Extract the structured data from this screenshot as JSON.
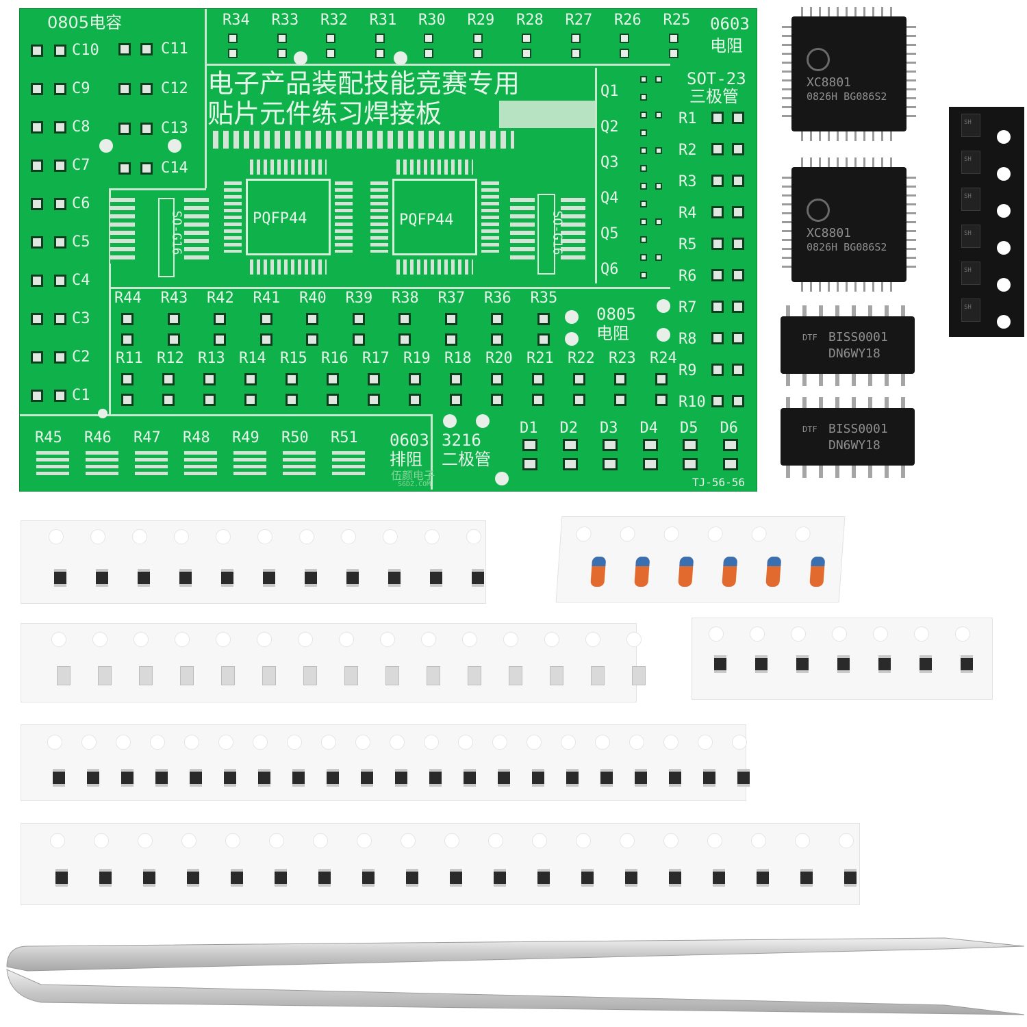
{
  "board": {
    "title_line1": "电子产品装配技能竞赛专用",
    "title_line2": "贴片元件练习焊接板",
    "label_0805_cap": "0805电容",
    "label_0603_res": "0603",
    "label_0603_res_cn": "电阻",
    "label_sot23": "SOT-23",
    "label_sot23_cn": "三极管",
    "label_0805_res": "0805",
    "label_0805_res_cn": "电阻",
    "label_0603_array": "0603",
    "label_0603_array_cn": "排阻",
    "label_3216": "3216",
    "label_3216_cn": "二极管",
    "label_pqfp_left": "PQFP44",
    "label_pqfp_right": "PQFP44",
    "label_so_left": "SO-G16",
    "label_so_right": "SO-G16",
    "board_code": "TJ-56-56",
    "brand": "伍颜电子",
    "brand_url": "S6DZ.COM",
    "capacitors_left": [
      "C10",
      "C9",
      "C8",
      "C7",
      "C6",
      "C5",
      "C4",
      "C3",
      "C2",
      "C1"
    ],
    "capacitors_right": [
      "C11",
      "C12",
      "C13",
      "C14"
    ],
    "res_top": [
      "R34",
      "R33",
      "R32",
      "R31",
      "R30",
      "R29",
      "R28",
      "R27",
      "R26",
      "R25"
    ],
    "transistors": [
      "Q1",
      "Q2",
      "Q3",
      "Q4",
      "Q5",
      "Q6"
    ],
    "res_right": [
      "R1",
      "R2",
      "R3",
      "R4",
      "R5",
      "R6",
      "R7",
      "R8",
      "R9",
      "R10"
    ],
    "res_mid": [
      "R44",
      "R43",
      "R42",
      "R41",
      "R40",
      "R39",
      "R38",
      "R37",
      "R36",
      "R35"
    ],
    "res_low": [
      "R11",
      "R12",
      "R13",
      "R14",
      "R15",
      "R16",
      "R17",
      "R19",
      "R18",
      "R20",
      "R21",
      "R22",
      "R23",
      "R24"
    ],
    "res_array": [
      "R45",
      "R46",
      "R47",
      "R48",
      "R49",
      "R50",
      "R51"
    ],
    "diodes": [
      "D1",
      "D2",
      "D3",
      "D4",
      "D5",
      "D6"
    ]
  },
  "chips": {
    "qfp_line1": "XC8801",
    "qfp_line2": "0826H  BG086S2",
    "soic_line1": "BISS0001",
    "soic_line2": "DN6WY18",
    "soic_brand": "DTF",
    "sot_mark": "SH"
  },
  "colors": {
    "pcb_green": "#0fb24a",
    "silkscreen": "#e6f5e9",
    "chip_black": "#161616",
    "tape_white": "#f7f7f7",
    "diode_orange": "#e36a2e"
  }
}
